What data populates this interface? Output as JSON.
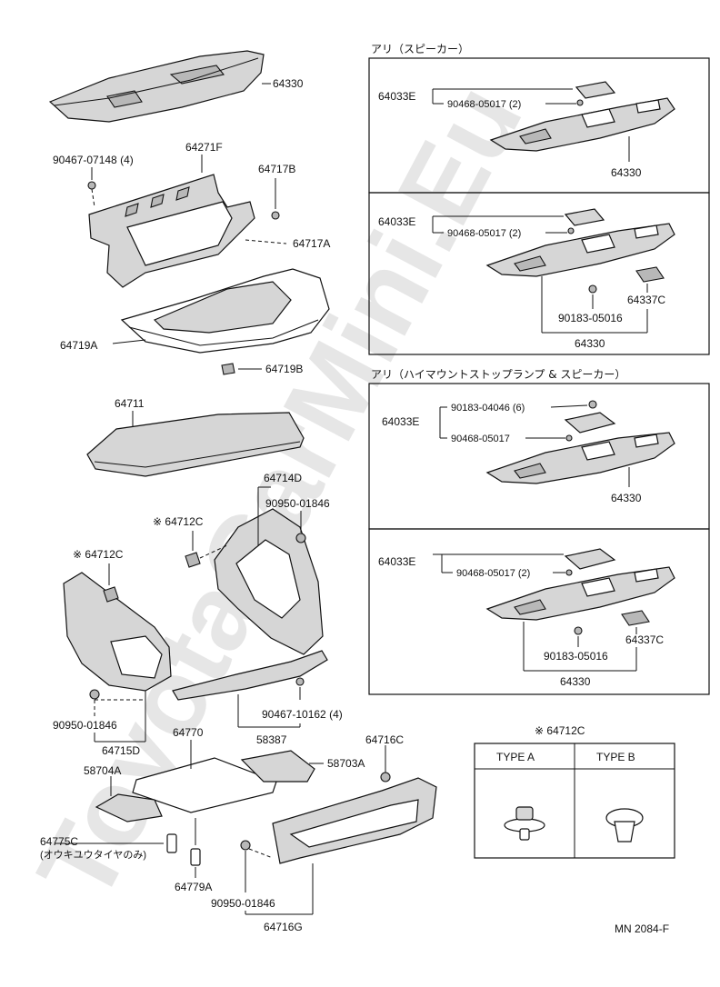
{
  "watermark": "ToyotaCarMini.Eu",
  "doc_code": "MN  2084-F",
  "main": {
    "p_64330": "64330",
    "p_90467_07148": "90467-07148 (4)",
    "p_64271F": "64271F",
    "p_64717B": "64717B",
    "p_64717A": "64717A",
    "p_64719A": "64719A",
    "p_64719B": "64719B",
    "p_64711": "64711",
    "p_64714D": "64714D",
    "p_90950_01846_a": "90950-01846",
    "p_64712C_a": "※ 64712C",
    "p_64712C_b": "※ 64712C",
    "p_90950_01846_b": "90950-01846",
    "p_64715D": "64715D",
    "p_90467_10162": "90467-10162 (4)",
    "p_58387": "58387",
    "p_64770": "64770",
    "p_64716C": "64716C",
    "p_58704A": "58704A",
    "p_58703A": "58703A",
    "p_64775C": "64775C",
    "p_64775C_note": "(オウキユウタイヤのみ)",
    "p_64779A": "64779A",
    "p_90950_01846_c": "90950-01846",
    "p_64716G": "64716G"
  },
  "variants": {
    "header_1": "アリ（スピーカー）",
    "header_2": "アリ（ハイマウントストップランプ & スピーカー）",
    "box1": {
      "a": "64033E",
      "b": "90468-05017 (2)",
      "c": "64330"
    },
    "box2": {
      "a": "64033E",
      "b": "90468-05017 (2)",
      "c": "64337C",
      "d": "90183-05016",
      "e": "64330"
    },
    "box3": {
      "a": "90183-04046 (6)",
      "b": "64033E",
      "c": "90468-05017",
      "d": "64330"
    },
    "box4": {
      "a": "64033E",
      "b": "90468-05017 (2)",
      "c": "64337C",
      "d": "90183-05016",
      "e": "64330"
    }
  },
  "clip_table": {
    "title": "※ 64712C",
    "type_a": "TYPE  A",
    "type_b": "TYPE  B"
  }
}
